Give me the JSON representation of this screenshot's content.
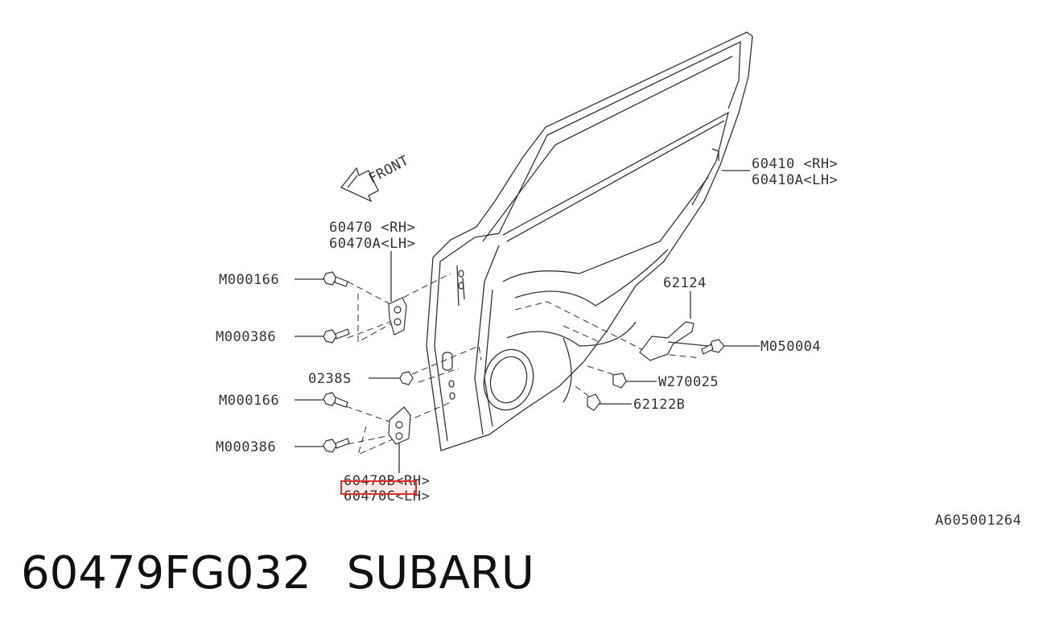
{
  "diagram": {
    "front_label": "FRONT",
    "door_panel": {
      "rh": "60410  <RH>",
      "lh": "60410A<LH>"
    },
    "upper_hinge": {
      "rh": "60470  <RH>",
      "lh": "60470A<LH>"
    },
    "lower_hinge": {
      "rh": "60470B<RH>",
      "lh": "60470C<LH>"
    },
    "checker": "62124",
    "parts": {
      "bolt_upper_1": "M000166",
      "bolt_upper_2": "M000386",
      "nut": "0238S",
      "bolt_lower_1": "M000166",
      "bolt_lower_2": "M000386",
      "checker_bolt": "M050004",
      "clip": "W270025",
      "grommet": "62122B"
    },
    "code": "A605001264",
    "highlight_color": "#e0302e"
  },
  "footer": {
    "part_number": "60479FG032",
    "brand": "SUBARU"
  }
}
